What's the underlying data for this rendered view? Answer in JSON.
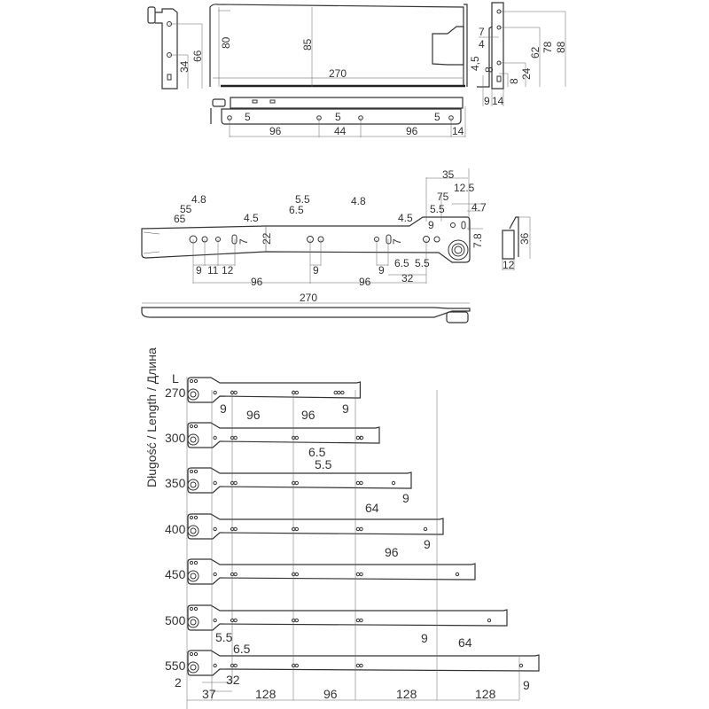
{
  "side_bracket": {
    "labels": [
      "66",
      "34"
    ]
  },
  "drawer_side": {
    "labels": [
      "80",
      "85",
      "270"
    ]
  },
  "bottom_rail": {
    "labels": [
      "5",
      "5",
      "5",
      "96",
      "44",
      "96",
      "14"
    ]
  },
  "end_bracket": {
    "labels": [
      "7",
      "4",
      "4,5",
      "8",
      "8",
      "24",
      "62",
      "78",
      "88",
      "9",
      "14"
    ]
  },
  "runner": {
    "labels": [
      "4.8",
      "55",
      "65",
      "4.5",
      "7",
      "22",
      "6.5",
      "5.5",
      "4.8",
      "4.5",
      "7",
      "9",
      "6.5",
      "5.5",
      "35",
      "12.5",
      "75",
      "5.5",
      "4.7",
      "7.8"
    ],
    "bottom_dims": [
      "9",
      "11",
      "12",
      "9",
      "9",
      "32",
      "96",
      "96"
    ],
    "profile_length": "270",
    "end_view": [
      "36",
      "12"
    ]
  },
  "lengths_table": {
    "axis_label": "Długość / Length / Длина",
    "column_header": "L",
    "lengths": [
      270,
      300,
      350,
      400,
      450,
      500,
      550
    ],
    "labels": {
      "r270": [
        "9",
        "96",
        "96",
        "9"
      ],
      "r300": [
        "6.5",
        "5.5"
      ],
      "r350": [
        "64",
        "9"
      ],
      "r400": [
        "96",
        "9"
      ],
      "r500": [
        "9",
        "64"
      ],
      "r550": [
        "5.5",
        "6.5",
        "32"
      ]
    },
    "bottom_dims": [
      "2",
      "37",
      "128",
      "96",
      "128",
      "128",
      "9"
    ]
  }
}
